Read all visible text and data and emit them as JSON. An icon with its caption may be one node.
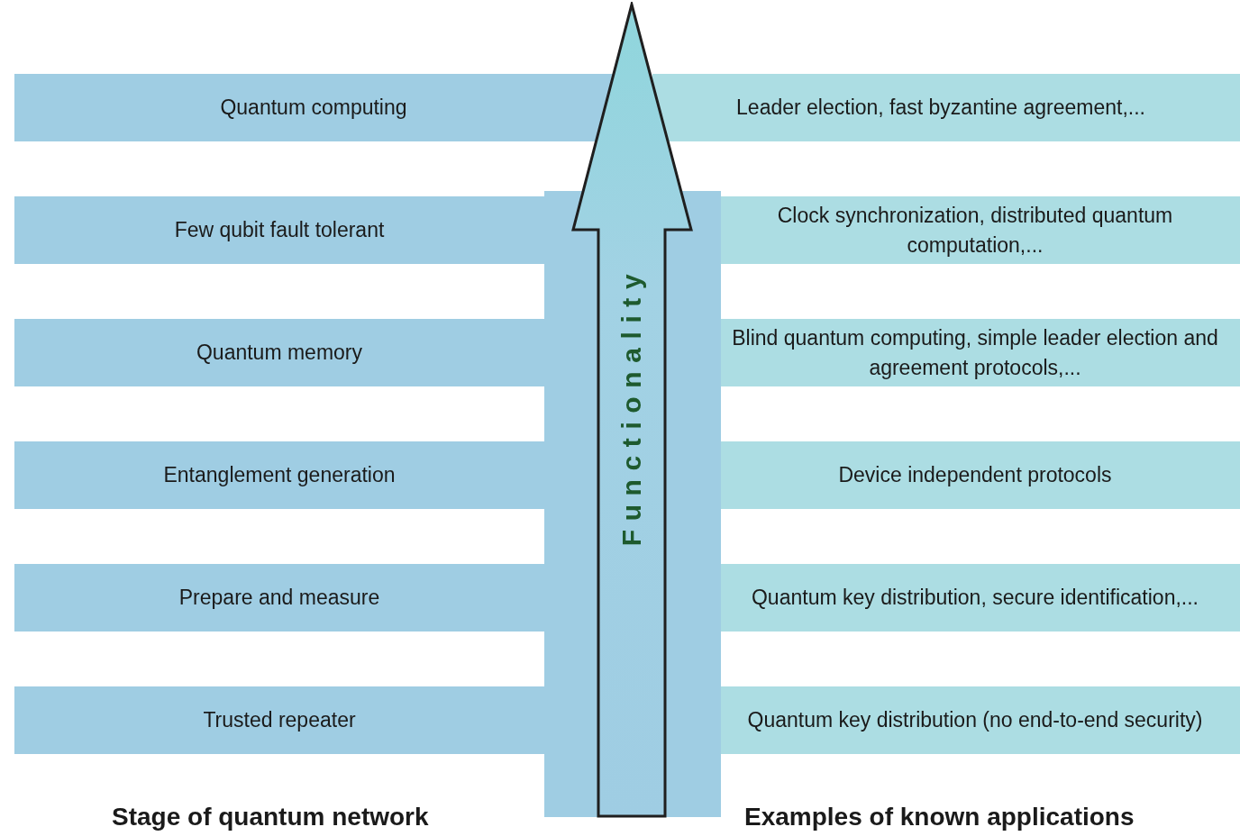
{
  "diagram": {
    "nodes": [
      {
        "text": [
          "Quantum computing"
        ]
      },
      {
        "text": [
          "Leader election, fast byzantine agreement,..."
        ]
      },
      {
        "text": [
          "Few qubit fault tolerant"
        ]
      },
      {
        "text": [
          "Clock synchronization, distributed quantum computation,..."
        ]
      },
      {
        "text": [
          "Quantum memory"
        ]
      },
      {
        "text": [
          "Blind quantum computing, simple leader election and agreement protocols,..."
        ]
      },
      {
        "text": [
          "Entanglement generation"
        ]
      },
      {
        "text": [
          "Device independent protocols"
        ]
      },
      {
        "text": [
          "Prepare and measure"
        ]
      },
      {
        "text": [
          "Quantum key distribution, secure identification,..."
        ]
      },
      {
        "text": [
          "Trusted repeater"
        ]
      },
      {
        "text": [
          "Quantum key distribution (no end-to-end security)"
        ]
      },
      {
        "text": [
          "Functionality"
        ]
      }
    ],
    "edges": [],
    "labels": [
      "Stage of quantum network",
      "Examples of known applications"
    ]
  }
}
